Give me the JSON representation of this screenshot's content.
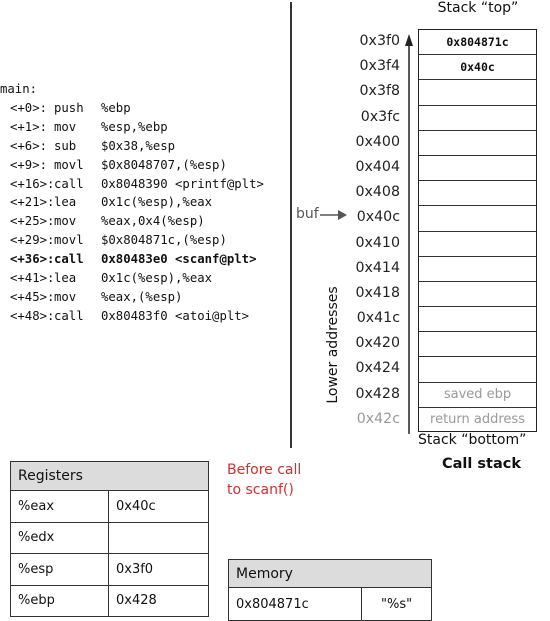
{
  "assembly": {
    "function_label": "main:",
    "lines": [
      {
        "offset": "<+0>:",
        "op": "push",
        "args": "%ebp",
        "bold": false
      },
      {
        "offset": "<+1>:",
        "op": "mov",
        "args": "%esp,%ebp",
        "bold": false
      },
      {
        "offset": "<+6>:",
        "op": "sub",
        "args": "$0x38,%esp",
        "bold": false
      },
      {
        "offset": "<+9>:",
        "op": "movl",
        "args": "$0x8048707,(%esp)",
        "bold": false
      },
      {
        "offset": "<+16>:",
        "op": "call",
        "args": "0x8048390 <printf@plt>",
        "bold": false
      },
      {
        "offset": "<+21>:",
        "op": "lea",
        "args": "0x1c(%esp),%eax",
        "bold": false
      },
      {
        "offset": "<+25>:",
        "op": "mov",
        "args": "%eax,0x4(%esp)",
        "bold": false
      },
      {
        "offset": "<+29>:",
        "op": "movl",
        "args": "$0x804871c,(%esp)",
        "bold": false
      },
      {
        "offset": "<+36>:",
        "op": "call",
        "args": "0x80483e0 <scanf@plt>",
        "bold": true
      },
      {
        "offset": "<+41>:",
        "op": "lea",
        "args": "0x1c(%esp),%eax",
        "bold": false
      },
      {
        "offset": "<+45>:",
        "op": "mov",
        "args": "%eax,(%esp)",
        "bold": false
      },
      {
        "offset": "<+48>:",
        "op": "call",
        "args": "0x80483f0 <atoi@plt>",
        "bold": false
      }
    ]
  },
  "stack": {
    "top_label": "Stack “top”",
    "bottom_label": "Stack “bottom”",
    "caption": "Call stack",
    "axis_label": "Lower addresses",
    "buf_label": "buf",
    "buf_address": "0x40c",
    "rows": [
      {
        "address": "0x3f0",
        "value": "0x804871c",
        "style": "bold"
      },
      {
        "address": "0x3f4",
        "value": "0x40c",
        "style": "bold"
      },
      {
        "address": "0x3f8",
        "value": "",
        "style": "normal"
      },
      {
        "address": "0x3fc",
        "value": "",
        "style": "normal"
      },
      {
        "address": "0x400",
        "value": "",
        "style": "normal"
      },
      {
        "address": "0x404",
        "value": "",
        "style": "normal"
      },
      {
        "address": "0x408",
        "value": "",
        "style": "normal"
      },
      {
        "address": "0x40c",
        "value": "",
        "style": "normal"
      },
      {
        "address": "0x410",
        "value": "",
        "style": "normal"
      },
      {
        "address": "0x414",
        "value": "",
        "style": "normal"
      },
      {
        "address": "0x418",
        "value": "",
        "style": "normal"
      },
      {
        "address": "0x41c",
        "value": "",
        "style": "normal"
      },
      {
        "address": "0x420",
        "value": "",
        "style": "normal"
      },
      {
        "address": "0x424",
        "value": "",
        "style": "normal"
      },
      {
        "address": "0x428",
        "value": "saved ebp",
        "style": "faded"
      },
      {
        "address": "0x42c",
        "value": "return address",
        "style": "faded"
      }
    ]
  },
  "annotation": {
    "line1": "Before call",
    "line2": "to scanf()",
    "color": "#d0302f"
  },
  "registers": {
    "title": "Registers",
    "rows": [
      {
        "name": "%eax",
        "value": "0x40c"
      },
      {
        "name": "%edx",
        "value": ""
      },
      {
        "name": "%esp",
        "value": "0x3f0"
      },
      {
        "name": "%ebp",
        "value": "0x428"
      }
    ]
  },
  "memory": {
    "title": "Memory",
    "rows": [
      {
        "address": "0x804871c",
        "value": "\"%s\""
      }
    ]
  }
}
